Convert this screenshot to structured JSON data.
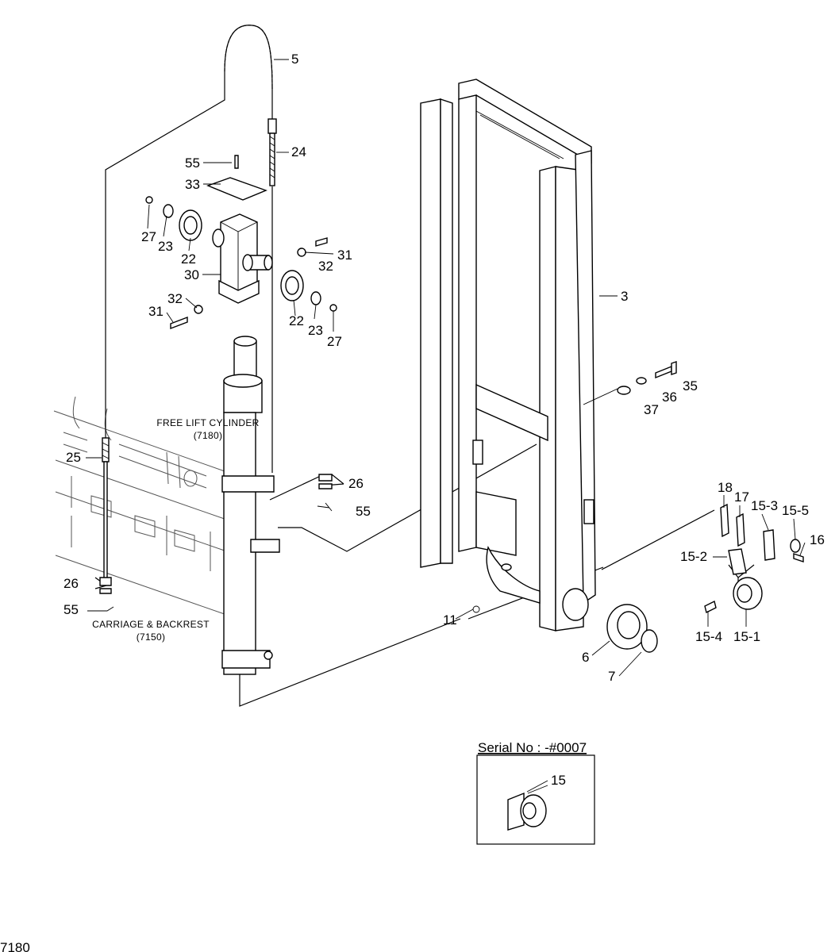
{
  "callouts": {
    "c5": "5",
    "c24": "24",
    "c55a": "55",
    "c33": "33",
    "c27a": "27",
    "c23a": "23",
    "c22a": "22",
    "c30": "30",
    "c31a": "31",
    "c32a": "32",
    "c31b": "31",
    "c32b": "32",
    "c22b": "22",
    "c23b": "23",
    "c27b": "27",
    "c3": "3",
    "c35": "35",
    "c36": "36",
    "c37": "37",
    "c25": "25",
    "c26a": "26",
    "c55b": "55",
    "c26b": "26",
    "c55c": "55",
    "c11": "11",
    "c6": "6",
    "c7": "7",
    "c18": "18",
    "c17": "17",
    "c15_3": "15-3",
    "c15_5": "15-5",
    "c16": "16",
    "c15_2": "15-2",
    "c15_4": "15-4",
    "c15_1": "15-1",
    "c15": "15"
  },
  "notes": {
    "free_lift_title": "FREE LIFT CYLINDER",
    "free_lift_ref": "(7180)",
    "carriage_title": "CARRIAGE & BACKREST",
    "carriage_ref": "(7150)"
  },
  "inset": {
    "serial_label": "Serial No : -#0007"
  },
  "page_number": "7180"
}
